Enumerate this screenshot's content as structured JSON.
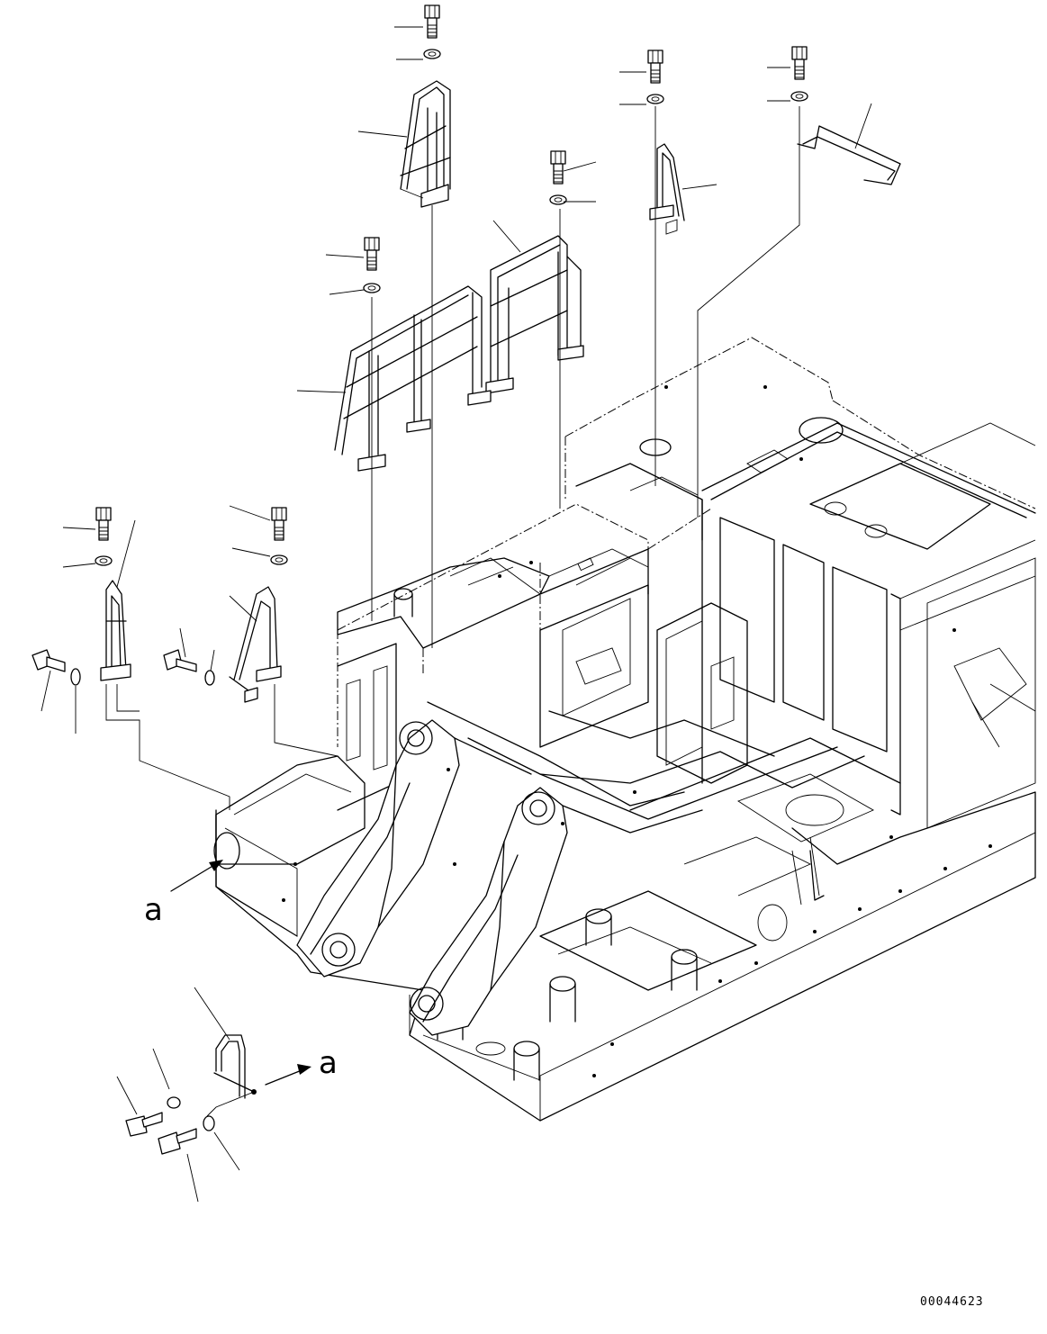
{
  "view_label_left": "a",
  "view_label_right": "a",
  "drawing_number": "00044623"
}
